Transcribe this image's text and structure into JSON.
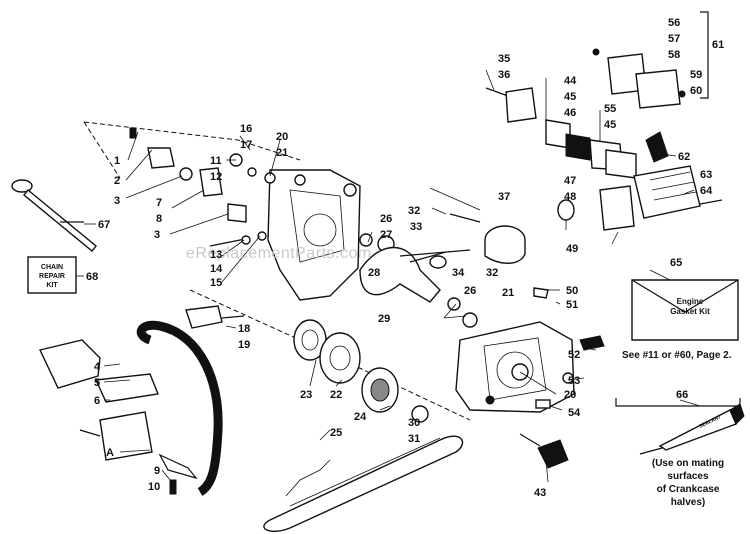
{
  "watermark": "eReplacementParts.com",
  "callouts": [
    {
      "id": "c1",
      "text": "1"
    },
    {
      "id": "c2",
      "text": "2"
    },
    {
      "id": "c3a",
      "text": "3"
    },
    {
      "id": "c3b",
      "text": "3"
    },
    {
      "id": "c4",
      "text": "4"
    },
    {
      "id": "c5",
      "text": "5"
    },
    {
      "id": "c6",
      "text": "6"
    },
    {
      "id": "c7",
      "text": "7"
    },
    {
      "id": "c8",
      "text": "8"
    },
    {
      "id": "c9",
      "text": "9"
    },
    {
      "id": "c10",
      "text": "10"
    },
    {
      "id": "c11",
      "text": "11"
    },
    {
      "id": "c12",
      "text": "12"
    },
    {
      "id": "c13",
      "text": "13"
    },
    {
      "id": "c14",
      "text": "14"
    },
    {
      "id": "c15",
      "text": "15"
    },
    {
      "id": "c16",
      "text": "16"
    },
    {
      "id": "c17",
      "text": "17"
    },
    {
      "id": "c18",
      "text": "18"
    },
    {
      "id": "c19",
      "text": "19"
    },
    {
      "id": "c20a",
      "text": "20"
    },
    {
      "id": "c20b",
      "text": "20"
    },
    {
      "id": "c21a",
      "text": "21"
    },
    {
      "id": "c21b",
      "text": "21"
    },
    {
      "id": "c22",
      "text": "22"
    },
    {
      "id": "c23",
      "text": "23"
    },
    {
      "id": "c24",
      "text": "24"
    },
    {
      "id": "c25",
      "text": "25"
    },
    {
      "id": "c26a",
      "text": "26"
    },
    {
      "id": "c26b",
      "text": "26"
    },
    {
      "id": "c27",
      "text": "27"
    },
    {
      "id": "c28",
      "text": "28"
    },
    {
      "id": "c29",
      "text": "29"
    },
    {
      "id": "c30",
      "text": "30"
    },
    {
      "id": "c31",
      "text": "31"
    },
    {
      "id": "c32a",
      "text": "32"
    },
    {
      "id": "c32b",
      "text": "32"
    },
    {
      "id": "c33",
      "text": "33"
    },
    {
      "id": "c34",
      "text": "34"
    },
    {
      "id": "c35",
      "text": "35"
    },
    {
      "id": "c36",
      "text": "36"
    },
    {
      "id": "c37",
      "text": "37"
    },
    {
      "id": "c43",
      "text": "43"
    },
    {
      "id": "c44",
      "text": "44"
    },
    {
      "id": "c45a",
      "text": "45"
    },
    {
      "id": "c45b",
      "text": "45"
    },
    {
      "id": "c46",
      "text": "46"
    },
    {
      "id": "c47",
      "text": "47"
    },
    {
      "id": "c48",
      "text": "48"
    },
    {
      "id": "c49",
      "text": "49"
    },
    {
      "id": "c50",
      "text": "50"
    },
    {
      "id": "c51",
      "text": "51"
    },
    {
      "id": "c52",
      "text": "52"
    },
    {
      "id": "c53",
      "text": "53"
    },
    {
      "id": "c54",
      "text": "54"
    },
    {
      "id": "c55",
      "text": "55"
    },
    {
      "id": "c56",
      "text": "56"
    },
    {
      "id": "c57",
      "text": "57"
    },
    {
      "id": "c58",
      "text": "58"
    },
    {
      "id": "c59",
      "text": "59"
    },
    {
      "id": "c60",
      "text": "60"
    },
    {
      "id": "c61",
      "text": "61"
    },
    {
      "id": "c62",
      "text": "62"
    },
    {
      "id": "c63",
      "text": "63"
    },
    {
      "id": "c64",
      "text": "64"
    },
    {
      "id": "c65",
      "text": "65"
    },
    {
      "id": "c66",
      "text": "66"
    },
    {
      "id": "c67",
      "text": "67"
    },
    {
      "id": "c68",
      "text": "68"
    },
    {
      "id": "cA",
      "text": "A"
    }
  ],
  "chain_repair_kit": {
    "line1": "CHAIN",
    "line2": "REPAIR",
    "line3": "KIT"
  },
  "gasket_kit": {
    "line1": "Engine",
    "line2": "Gasket Kit"
  },
  "see_note": "See #11 or #60, Page 2.",
  "sealant_tube_label": "SEALANT",
  "sealant_note": {
    "line1": "(Use on mating",
    "line2": "surfaces",
    "line3": "of Crankcase",
    "line4": "halves)"
  }
}
